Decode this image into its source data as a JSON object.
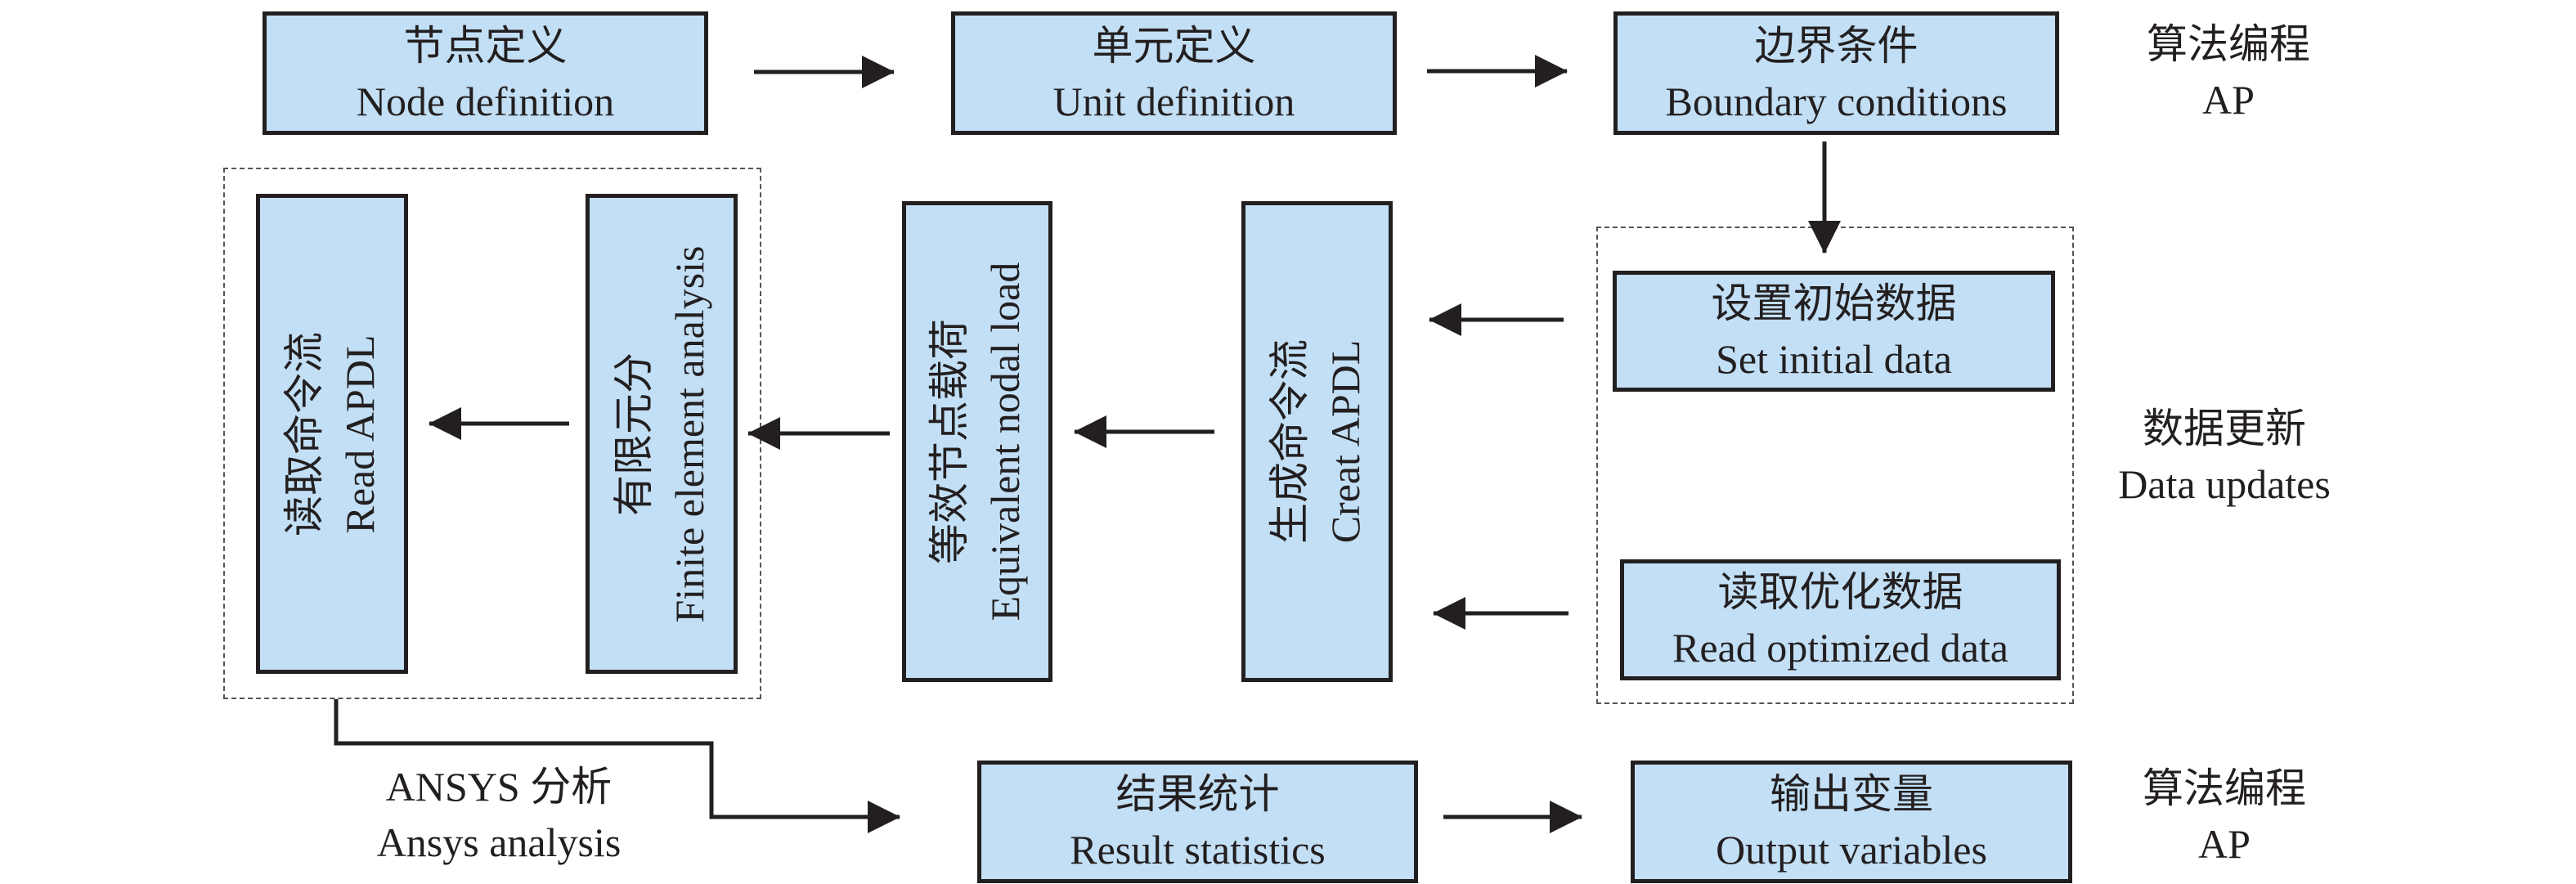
{
  "diagram": {
    "top_row": [
      {
        "zh": "节点定义",
        "en": "Node definition"
      },
      {
        "zh": "单元定义",
        "en": "Unit definition"
      },
      {
        "zh": "边界条件",
        "en": "Boundary conditions"
      }
    ],
    "ansys_group": {
      "boxes": [
        {
          "zh": "读取命令流",
          "en": "Read APDL"
        },
        {
          "zh": "有限元分",
          "en": "Finite element analysis"
        }
      ],
      "label": {
        "zh": "ANSYS 分析",
        "en": "Ansys analysis"
      }
    },
    "middle_boxes": [
      {
        "zh": "等效节点载荷",
        "en": "Equivalent nodal load"
      },
      {
        "zh": "生成命令流",
        "en": "Creat APDL"
      }
    ],
    "data_group": {
      "boxes": [
        {
          "zh": "设置初始数据",
          "en": "Set initial data"
        },
        {
          "zh": "读取优化数据",
          "en": "Read optimized data"
        }
      ],
      "label": {
        "zh": "数据更新",
        "en": "Data updates"
      }
    },
    "bottom_row": [
      {
        "zh": "结果统计",
        "en": "Result statistics"
      },
      {
        "zh": "输出变量",
        "en": "Output variables"
      }
    ],
    "side_labels": {
      "top": {
        "zh": "算法编程",
        "en": "AP"
      },
      "bottom": {
        "zh": "算法编程",
        "en": "AP"
      }
    },
    "colors": {
      "box_fill": "#c2dff5",
      "stroke": "#231f20",
      "dashed": "#555555"
    }
  }
}
